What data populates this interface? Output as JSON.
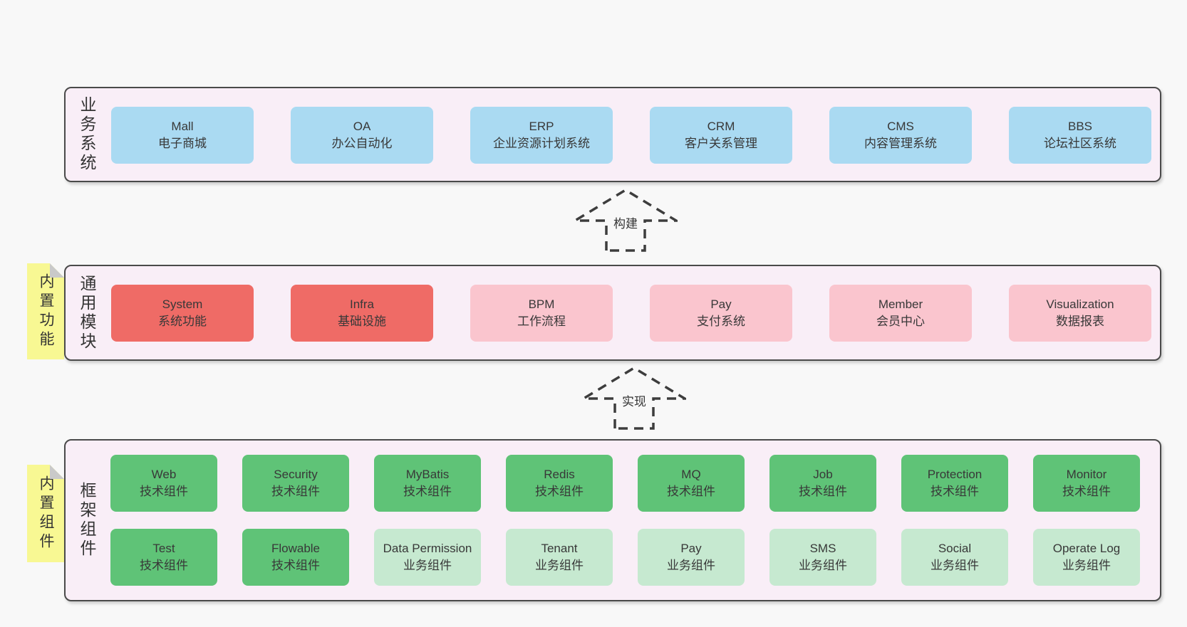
{
  "diagram": {
    "arrows": [
      {
        "label": "构建"
      },
      {
        "label": "实现"
      }
    ],
    "layers": [
      {
        "name": "business-systems",
        "label": "业务系统",
        "boxes": [
          {
            "title": "Mall",
            "subtitle": "电子商城",
            "color": "blue"
          },
          {
            "title": "OA",
            "subtitle": "办公自动化",
            "color": "blue"
          },
          {
            "title": "ERP",
            "subtitle": "企业资源计划系统",
            "color": "blue"
          },
          {
            "title": "CRM",
            "subtitle": "客户关系管理",
            "color": "blue"
          },
          {
            "title": "CMS",
            "subtitle": "内容管理系统",
            "color": "blue"
          },
          {
            "title": "BBS",
            "subtitle": "论坛社区系统",
            "color": "blue"
          }
        ]
      },
      {
        "name": "common-modules",
        "label": "通用模块",
        "tag": "内置功能",
        "boxes": [
          {
            "title": "System",
            "subtitle": "系统功能",
            "color": "red"
          },
          {
            "title": "Infra",
            "subtitle": "基础设施",
            "color": "red"
          },
          {
            "title": "BPM",
            "subtitle": "工作流程",
            "color": "pink"
          },
          {
            "title": "Pay",
            "subtitle": "支付系统",
            "color": "pink"
          },
          {
            "title": "Member",
            "subtitle": "会员中心",
            "color": "pink"
          },
          {
            "title": "Visualization",
            "subtitle": "数据报表",
            "color": "pink"
          }
        ]
      },
      {
        "name": "framework-components",
        "label": "框架组件",
        "tag": "内置组件",
        "rows": [
          [
            {
              "title": "Web",
              "subtitle": "技术组件",
              "color": "green"
            },
            {
              "title": "Security",
              "subtitle": "技术组件",
              "color": "green"
            },
            {
              "title": "MyBatis",
              "subtitle": "技术组件",
              "color": "green"
            },
            {
              "title": "Redis",
              "subtitle": "技术组件",
              "color": "green"
            },
            {
              "title": "MQ",
              "subtitle": "技术组件",
              "color": "green"
            },
            {
              "title": "Job",
              "subtitle": "技术组件",
              "color": "green"
            },
            {
              "title": "Protection",
              "subtitle": "技术组件",
              "color": "green"
            },
            {
              "title": "Monitor",
              "subtitle": "技术组件",
              "color": "green"
            }
          ],
          [
            {
              "title": "Test",
              "subtitle": "技术组件",
              "color": "green"
            },
            {
              "title": "Flowable",
              "subtitle": "技术组件",
              "color": "green"
            },
            {
              "title": "Data Permission",
              "subtitle": "业务组件",
              "color": "lightgreen"
            },
            {
              "title": "Tenant",
              "subtitle": "业务组件",
              "color": "lightgreen"
            },
            {
              "title": "Pay",
              "subtitle": "业务组件",
              "color": "lightgreen"
            },
            {
              "title": "SMS",
              "subtitle": "业务组件",
              "color": "lightgreen"
            },
            {
              "title": "Social",
              "subtitle": "业务组件",
              "color": "lightgreen"
            },
            {
              "title": "Operate Log",
              "subtitle": "业务组件",
              "color": "lightgreen"
            }
          ]
        ]
      }
    ],
    "colors": {
      "blue": "#aadaf2",
      "red": "#ef6b66",
      "pink": "#fac5ce",
      "green": "#5fc377",
      "light_green": "#c6e9d0",
      "container_fill": "#f9eef7",
      "container_border": "#4a4a4a",
      "tag_yellow": "#f8f893",
      "tag_fold_gray": "#c9c9c9",
      "page_background": "#f8f8f8"
    }
  }
}
